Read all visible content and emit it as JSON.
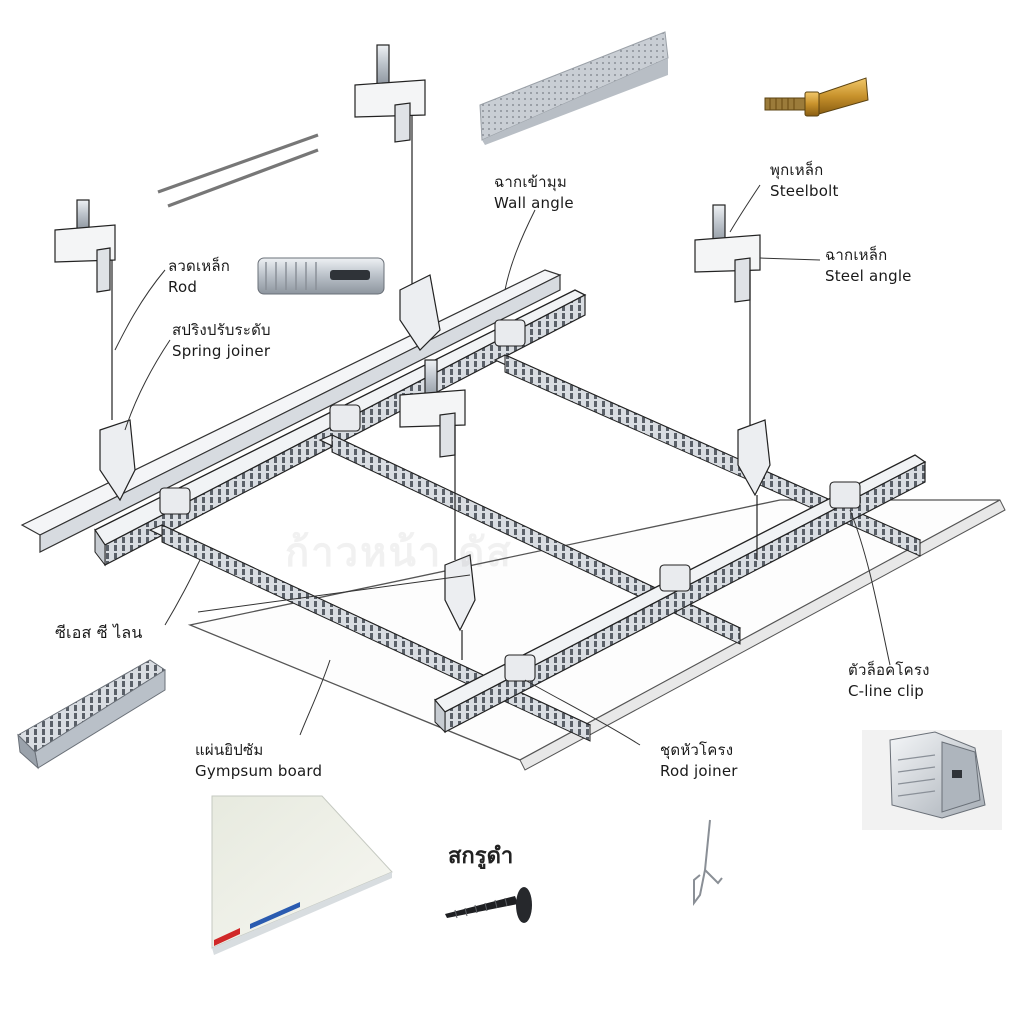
{
  "watermark": "ก้าวหน้า    ดัส",
  "labels": {
    "wall_angle": {
      "th": "ฉากเข้ามุม",
      "en": "Wall angle"
    },
    "steelbolt": {
      "th": "พุกเหล็ก",
      "en": "Steelbolt"
    },
    "steel_angle": {
      "th": "ฉากเหล็ก",
      "en": "Steel angle"
    },
    "rod": {
      "th": "ลวดเหล็ก",
      "en": "Rod"
    },
    "spring_joiner": {
      "th": "สปริงปรับระดับ",
      "en": "Spring joiner"
    },
    "cs_c_line": {
      "th": "ซีเอส ซี ไลน",
      "en": ""
    },
    "c_line_clip": {
      "th": "ตัวล็อคโครง",
      "en": "C-line clip"
    },
    "gypsum_board": {
      "th": "แผ่นยิปซัม",
      "en": "Gympsum board"
    },
    "rod_joiner": {
      "th": "ชุดหัวโครง",
      "en": "Rod joiner"
    },
    "screw": {
      "th": "สกรูดำ"
    }
  }
}
